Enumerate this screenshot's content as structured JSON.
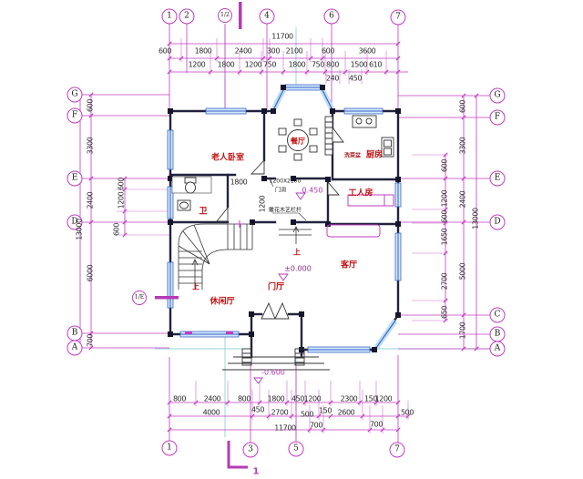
{
  "drawing": {
    "section_mark_label": "1",
    "levels": {
      "corridor": "0.450",
      "ground": "±0.000",
      "entry": "-0.600"
    },
    "door_note": {
      "size": "1200X2100",
      "label": "门洞"
    },
    "railing_note": "雕花木艺栏杆",
    "sink_note": "洗菜盆",
    "up_label_stair": "上",
    "up_label_foyer": "上"
  },
  "axes": {
    "top": [
      "1",
      "2",
      "1/2",
      "4",
      "6",
      "7"
    ],
    "bottom": [
      "1",
      "3",
      "5",
      "7"
    ],
    "left": [
      "G",
      "F",
      "E",
      "D",
      "B",
      "A"
    ],
    "right": [
      "G",
      "F",
      "E",
      "D",
      "C",
      "B",
      "A"
    ],
    "aux_left": "1/E"
  },
  "rooms": {
    "bedroom": "老人卧室",
    "dining": "餐厅",
    "kitchen": "厨房",
    "worker": "工人房",
    "toilet": "卫",
    "leisure": "休闲厅",
    "foyer": "门厅",
    "living": "客厅"
  },
  "dims": {
    "top_total": "11700",
    "top_row1": [
      "600",
      "1800",
      "2400",
      "300",
      "2100",
      "600",
      "3600"
    ],
    "top_row2": [
      "1200",
      "1800",
      "1200",
      "750",
      "1800",
      "750",
      "800",
      "1500",
      "610"
    ],
    "top_sub": [
      "240",
      "450"
    ],
    "left_total": "13000",
    "left_outer": [
      "600",
      "3300",
      "2400",
      "6000",
      "700"
    ],
    "left_inner": [
      "600",
      "1200",
      "600"
    ],
    "right_total": "13000",
    "right_outer": [
      "600",
      "3300",
      "2400",
      "5000",
      "1700"
    ],
    "right_inner": [
      "600",
      "1200",
      "600",
      "1650",
      "2700",
      "650"
    ],
    "bottom_row1": [
      "800",
      "2400",
      "800",
      "1800",
      "450",
      "1200",
      "2300",
      "150",
      "1200"
    ],
    "bottom_row2": [
      "4000",
      "450",
      "2700",
      "500",
      "150",
      "2600",
      "500"
    ],
    "bottom_row3": [
      "700",
      "700"
    ],
    "bottom_total": "11700",
    "interior": {
      "d1800": "1800",
      "d1200": "1200"
    }
  }
}
